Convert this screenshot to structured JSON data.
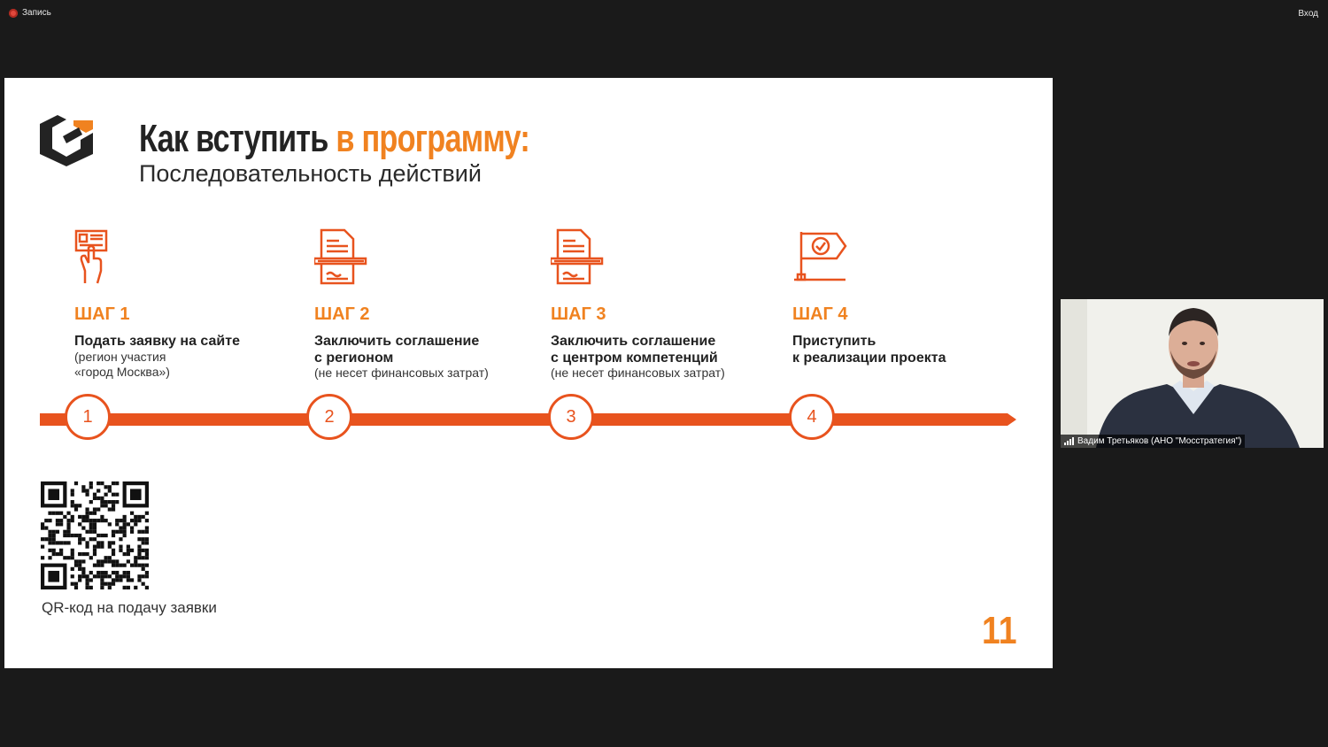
{
  "topbar": {
    "recording_label": "Запись",
    "exit_label": "Вход"
  },
  "slide": {
    "title_part1": "Как вступить ",
    "title_part2": "в программу:",
    "subtitle": "Последовательность действий",
    "steps": [
      {
        "label": "ШАГ 1",
        "title": [
          "Подать заявку на сайте"
        ],
        "note": [
          "(регион участия",
          "«город Москва»)"
        ],
        "number": "1",
        "icon": "hand-document-icon"
      },
      {
        "label": "ШАГ 2",
        "title": [
          "Заключить соглашение",
          "с регионом"
        ],
        "note": [
          "(не несет финансовых затрат)"
        ],
        "number": "2",
        "icon": "contract-pen-icon"
      },
      {
        "label": "ШАГ 3",
        "title": [
          "Заключить соглашение",
          "с центром компетенций"
        ],
        "note": [
          "(не несет финансовых затрат)"
        ],
        "number": "3",
        "icon": "contract-pen-icon"
      },
      {
        "label": "ШАГ 4",
        "title": [
          "Приступить",
          "к реализации проекта"
        ],
        "note": [],
        "number": "4",
        "icon": "flag-check-icon"
      }
    ],
    "qr_caption": "QR-код на подачу заявки",
    "page_number": "11",
    "colors": {
      "accent": "#f08220",
      "timeline": "#e8531e",
      "text": "#232323"
    }
  },
  "video": {
    "participant_name": "Вадим Третьяков (АНО \"Мосстратегия\")"
  }
}
